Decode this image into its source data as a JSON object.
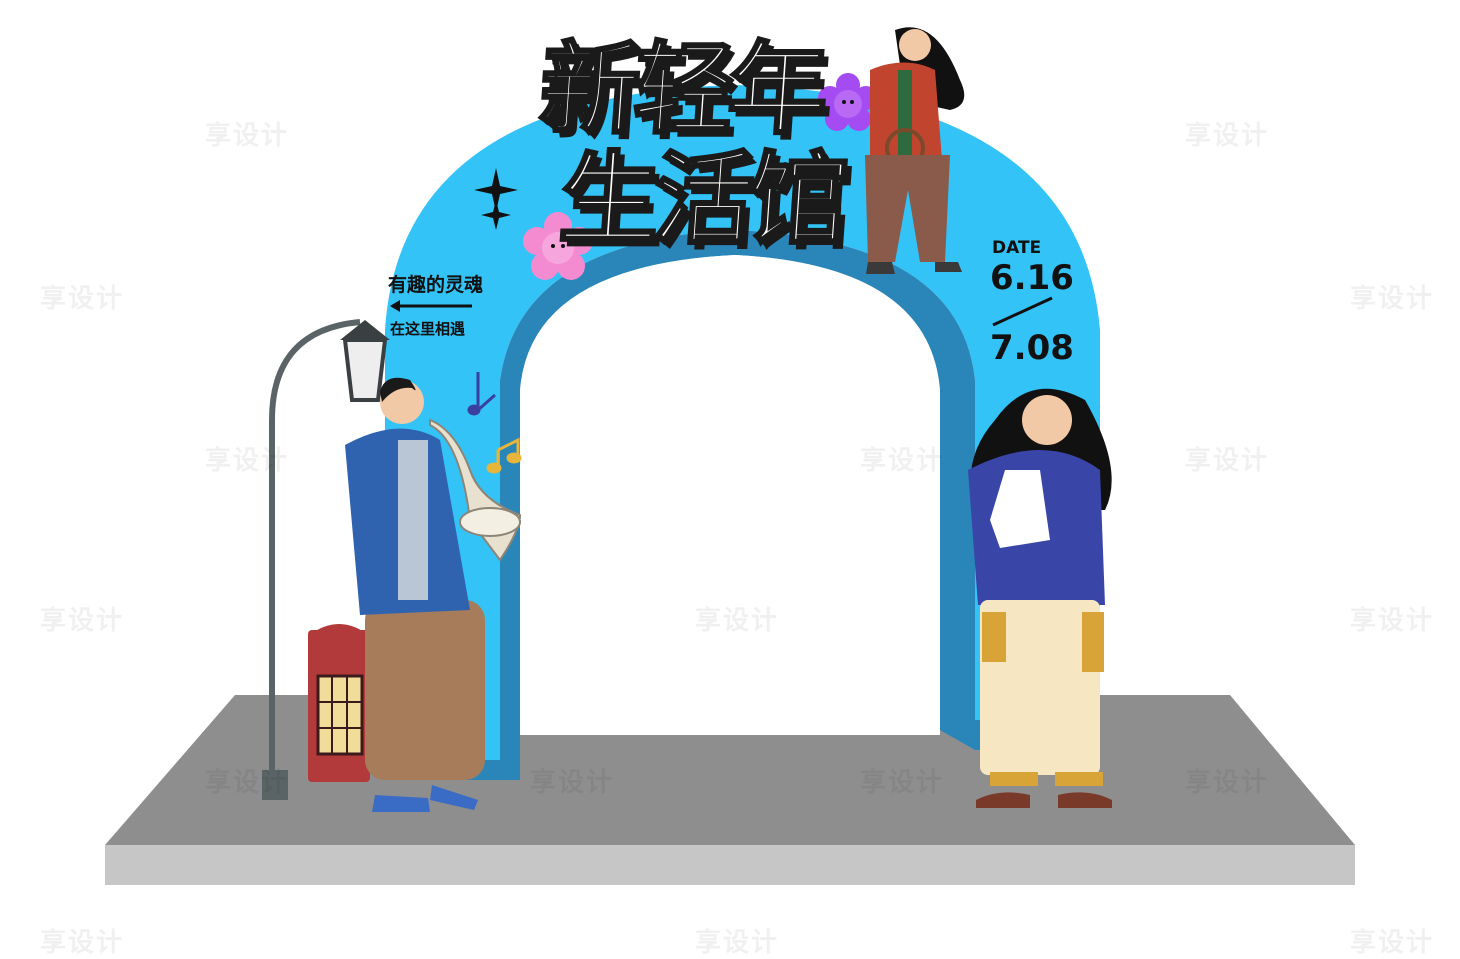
{
  "headline": {
    "line1": "新轻年",
    "line2": "生活馆"
  },
  "slogan": {
    "line1": "有趣的灵魂",
    "line2": "在这里相遇"
  },
  "date": {
    "label": "DATE",
    "start": "6.16",
    "end": "7.08"
  },
  "watermark": "享设计",
  "colors": {
    "arch": "#33c3f7",
    "arch_side": "#2a86b8",
    "floor": "#8e8e8e",
    "floor_edge": "#c6c6c6",
    "flower_pink": "#f48bd0",
    "flower_purple": "#a44bf2"
  },
  "icons": [
    "sparkle-icon",
    "music-note-icon",
    "flower-icon",
    "street-lamp-icon",
    "phone-booth-icon"
  ]
}
